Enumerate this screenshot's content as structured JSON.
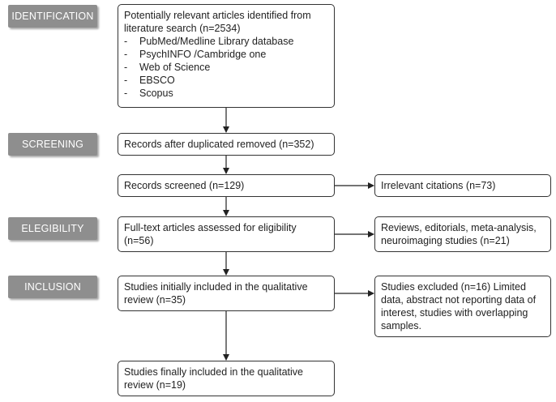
{
  "stages": {
    "identification": "IDENTIFICATION",
    "screening": "SCREENING",
    "eligibility": "ELEGIBILITY",
    "inclusion": "INCLUSION"
  },
  "boxes": {
    "identified": {
      "text": "Potentially relevant articles identified from literature search (n=2534)",
      "sources": [
        "PubMed/Medline Library database",
        "PsychINFO /Cambridge one",
        "Web of Science",
        "EBSCO",
        "Scopus"
      ]
    },
    "deduplicated": "Records after duplicated removed (n=352)",
    "screened": "Records screened (n=129)",
    "irrelevant": "Irrelevant citations (n=73)",
    "fulltext": "Full-text articles assessed for eligibility (n=56)",
    "reviews_excluded": "Reviews, editorials, meta-analysis, neuroimaging studies (n=21)",
    "initially_included": "Studies initially included in the qualitative review (n=35)",
    "studies_excluded": "Studies excluded (n=16) Limited data, abstract not reporting data of interest, studies with overlapping samples.",
    "finally_included": "Studies finally included in the qualitative review (n=19)"
  },
  "bullet": "-"
}
